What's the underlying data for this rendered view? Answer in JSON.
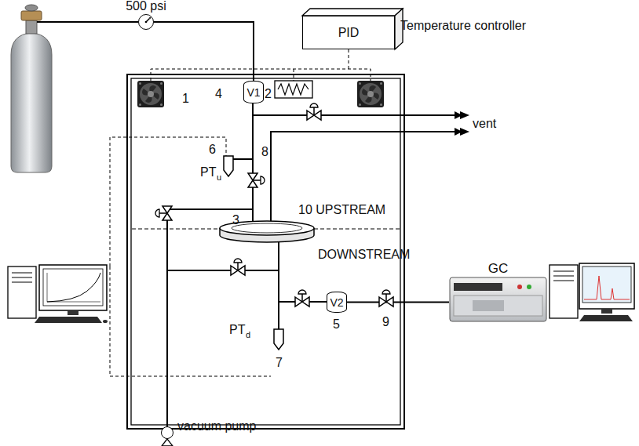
{
  "diagram": {
    "nodes": [
      {
        "text": [
          "500 psi"
        ]
      },
      {
        "text": [
          "PID",
          "Temperature controller"
        ]
      },
      {
        "text": [
          "V1"
        ]
      },
      {
        "text": [
          "V2"
        ]
      },
      {
        "text": [
          "GC"
        ]
      },
      {
        "text": [
          "vacuum pump"
        ]
      }
    ],
    "edges": [
      {
        "from": 0,
        "to": 2,
        "arrow": "none"
      },
      {
        "from": 3,
        "to": 4,
        "arrow": "none"
      }
    ],
    "labels": [
      "1",
      "2",
      "4",
      "6",
      "PT",
      "u",
      "8",
      "vent",
      "3",
      "10 UPSTREAM",
      "DOWNSTREAM",
      "5",
      "9",
      "PT",
      "d",
      "7"
    ]
  }
}
